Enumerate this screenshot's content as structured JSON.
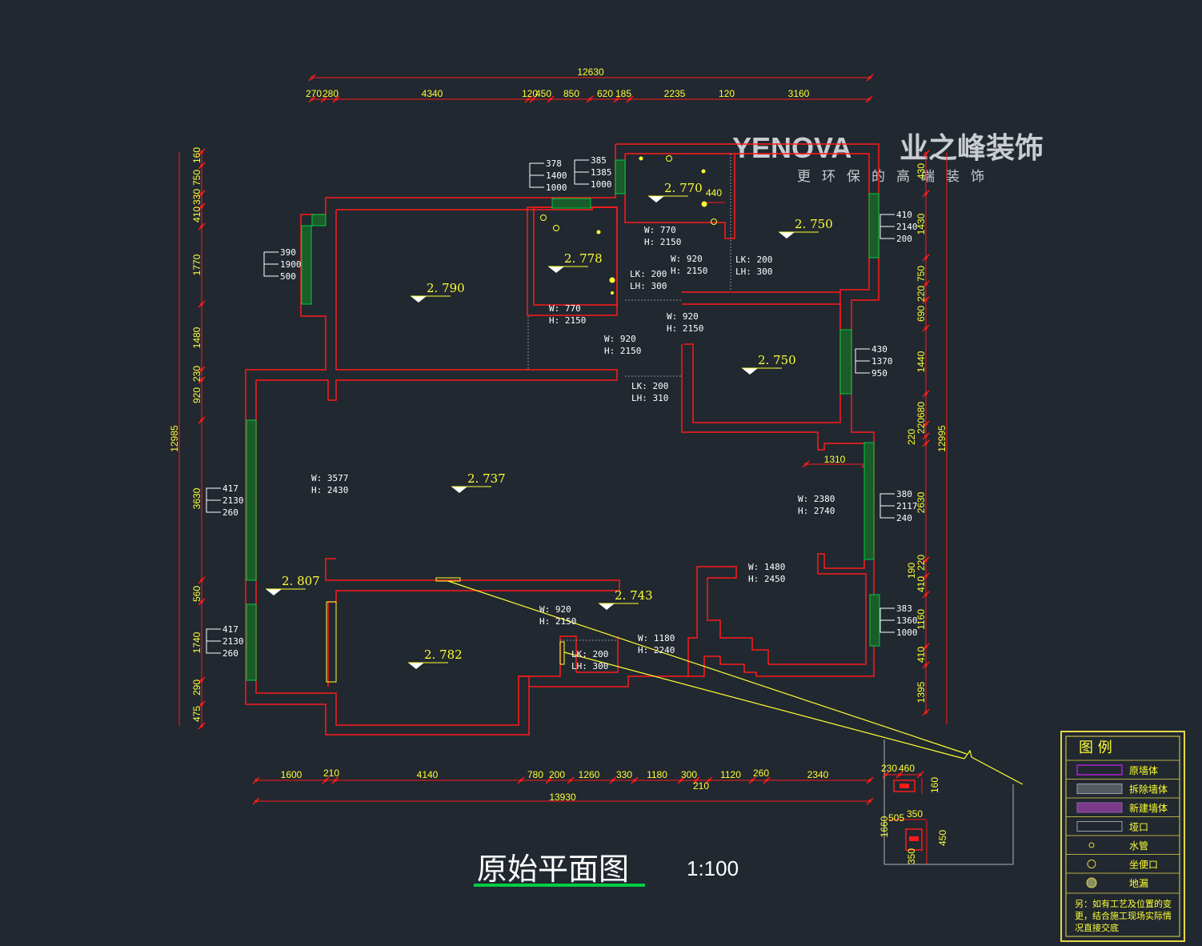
{
  "title": "原始平面图",
  "scale": "1:100",
  "brand": {
    "latin": "YENOVA",
    "chinese": "业之峰装饰",
    "slogan": "更环保的高端装饰"
  },
  "dims": {
    "top_total": "12630",
    "top": [
      "270",
      "280",
      "4340",
      "120",
      "450",
      "850",
      "620",
      "185",
      "2235",
      "120",
      "3160"
    ],
    "bottom_total": "13930",
    "bottom": [
      "1600",
      "210",
      "4140",
      "780",
      "200",
      "1260",
      "330",
      "1180",
      "300",
      "210",
      "1120",
      "260",
      "2340"
    ],
    "left_total": "12985",
    "left": [
      "160",
      "750",
      "330",
      "410",
      "1770",
      "1480",
      "230",
      "920",
      "3630",
      "560",
      "1740",
      "290",
      "475"
    ],
    "right_total": "12995",
    "right": [
      "430",
      "1430",
      "750",
      "220",
      "690",
      "1440",
      "680",
      "220",
      "220",
      "2630",
      "220",
      "410",
      "190",
      "1160",
      "410",
      "1395"
    ],
    "inner": [
      "440",
      "1310"
    ]
  },
  "levels": [
    "2.790",
    "2.778",
    "2.770",
    "2.750",
    "2.750",
    "2.737",
    "2.807",
    "2.743",
    "2.782"
  ],
  "openings": [
    {
      "w": "W: 770",
      "h": "H: 2150"
    },
    {
      "w": "W: 770",
      "h": "H: 2150"
    },
    {
      "w": "W: 920",
      "h": "H: 2150"
    },
    {
      "w": "W: 920",
      "h": "H: 2150"
    },
    {
      "w": "W: 920",
      "h": "H: 2150"
    },
    {
      "w": "W: 3577",
      "h": "H: 2430"
    },
    {
      "w": "W: 2380",
      "h": "H: 2740"
    },
    {
      "w": "W: 1480",
      "h": "H: 2450"
    },
    {
      "w": "W: 920",
      "h": "H: 2150"
    },
    {
      "w": "W: 1180",
      "h": "H: 2240"
    }
  ],
  "beams": [
    {
      "lk": "LK: 200",
      "lh": "LH: 300"
    },
    {
      "lk": "LK: 200",
      "lh": "LH: 300"
    },
    {
      "lk": "LK: 200",
      "lh": "LH: 310"
    },
    {
      "lk": "LK: 200",
      "lh": "LH: 300"
    }
  ],
  "windows": [
    [
      "378",
      "1400",
      "1000"
    ],
    [
      "385",
      "1385",
      "1000"
    ],
    [
      "410",
      "2140",
      "200"
    ],
    [
      "390",
      "1900",
      "500"
    ],
    [
      "430",
      "1370",
      "950"
    ],
    [
      "417",
      "2130",
      "260"
    ],
    [
      "380",
      "2117",
      "240"
    ],
    [
      "417",
      "2130",
      "260"
    ],
    [
      "383",
      "1360",
      "1000"
    ]
  ],
  "detail_dims": [
    "230",
    "460",
    "160",
    "505",
    "350",
    "1660",
    "450",
    "350"
  ],
  "legend": {
    "title": "图 例",
    "items": [
      {
        "label": "原墙体",
        "icon": "original-wall-icon"
      },
      {
        "label": "拆除墙体",
        "icon": "demolished-wall-icon"
      },
      {
        "label": "新建墙体",
        "icon": "new-wall-icon"
      },
      {
        "label": "垭口",
        "icon": "opening-icon"
      },
      {
        "label": "水管",
        "icon": "water-pipe-icon"
      },
      {
        "label": "坐便口",
        "icon": "toilet-outlet-icon"
      },
      {
        "label": "地漏",
        "icon": "floor-drain-icon"
      }
    ],
    "note": [
      "另：如有工艺及位置的变",
      "更，结合施工现场实际情",
      "况直接交底"
    ]
  },
  "colors": {
    "background": "#212830",
    "wall": "#ff1a1a",
    "dimension": "#ffff33",
    "window": "#00cc44",
    "label": "#ffffff",
    "legend_border": "#e6d84a"
  }
}
